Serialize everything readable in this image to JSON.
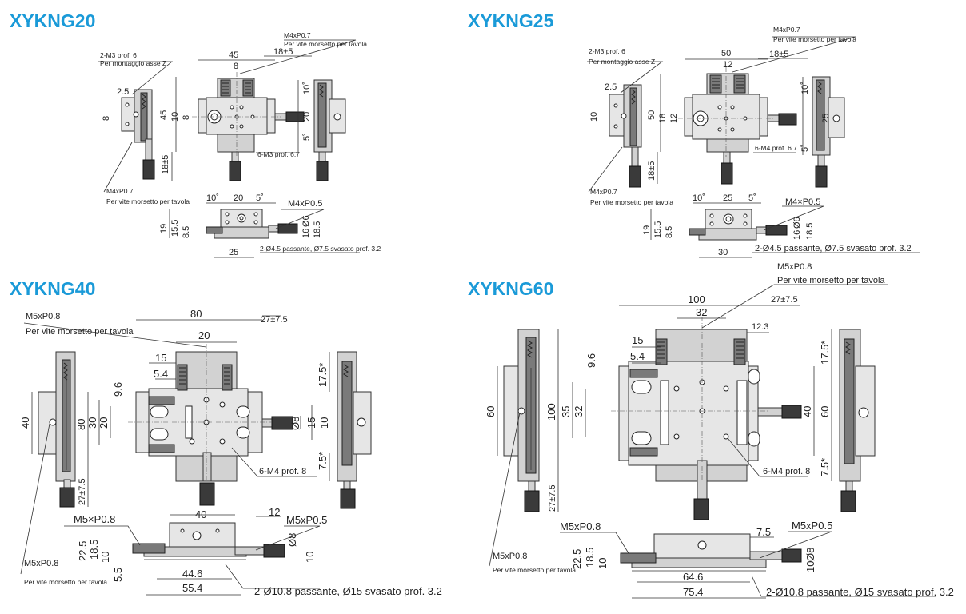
{
  "titles": {
    "q1": "XYKNG20",
    "q2": "XYKNG25",
    "q3": "XYKNG40",
    "q4": "XYKNG60"
  },
  "xykng20": {
    "note_m3_a": "2-M3 prof. 6",
    "note_m3_b": "Per montaggio asse Z",
    "note_m4_top_a": "M4xP0.7",
    "note_m4_top_b": "Per vite morsetto per tavola",
    "note_m4_bot_a": "M4xP0.7",
    "note_m4_bot_b": "Per vite morsetto per tavola",
    "note_6m3": "6-M3 prof. 6.7",
    "note_m4p05": "M4xP0.5",
    "note_bottom": "2-Ø4.5 passante, Ø7.5 svasato prof. 3.2",
    "d45w": "45",
    "d8top": "8",
    "d18": "18±5",
    "d25": "2.5",
    "d8": "8",
    "d45h": "45",
    "d10": "10",
    "d8b": "8",
    "d18v": "18±5",
    "d10r": "10˚",
    "d20r": "20",
    "d5r": "5˚",
    "d10s": "10˚",
    "d20s": "20",
    "d5s": "5˚",
    "d19": "19",
    "d155": "15.5",
    "d85": "8.5",
    "d6": "Ø6",
    "d16": "16",
    "d185": "18.5",
    "d25w": "25"
  },
  "xykng25": {
    "note_m3_a": "2-M3 prof. 6",
    "note_m3_b": "Per montaggio asse Z",
    "note_m4_top_a": "M4xP0.7",
    "note_m4_top_b": "Per vite morsetto per tavola",
    "note_m4_bot_a": "M4xP0.7",
    "note_m4_bot_b": "Per vite morsetto per tavola",
    "note_6m4": "6-M4 prof. 6.7",
    "note_m4p05": "M4×P0.5",
    "note_bottom": "2-Ø4.5 passante, Ø7.5 svasato prof. 3.2",
    "d50": "50",
    "d12": "12",
    "d18": "18±5",
    "d25": "2.5",
    "d10": "10",
    "d50h": "50",
    "d18h": "18",
    "d12h": "12",
    "d18v": "18±5",
    "d10r": "10˚",
    "d25r": "25",
    "d5r": "5˚",
    "d10s": "10˚",
    "d25s": "25",
    "d5s": "5˚",
    "d19": "19",
    "d155": "15.5",
    "d85": "8.5",
    "d6": "Ø6",
    "d16": "16",
    "d185": "18.5",
    "d30": "30"
  },
  "xykng40": {
    "note_m5_a": "M5xP0.8",
    "note_m5_b": "Per vite morsetto per tavola",
    "note_m5_bot_a": "M5xP0.8",
    "note_m5_bot_b": "Per vite morsetto per tavola",
    "note_6m4": "6-M4 prof. 8",
    "note_m5x": "M5×P0.8",
    "note_m5p05": "M5xP0.5",
    "note_bottom": "2-Ø10.8 passante, Ø15 svasato prof. 3.2",
    "d80": "80",
    "d20": "20",
    "d27": "27±7.5",
    "d15": "15",
    "d54": "5.4",
    "d96": "9.6",
    "d40": "40",
    "d80h": "80",
    "d30": "30",
    "d20h": "20",
    "d8": "Ø8",
    "d15v": "15",
    "d10": "10",
    "d27v": "27±7.5",
    "d175": "17.5*",
    "d75": "7.5*",
    "d40w": "40",
    "d12": "12",
    "d225": "22.5",
    "d185": "18.5",
    "d10s": "10",
    "d8s": "Ø8",
    "d10b": "10",
    "d55": "5.5",
    "d446": "44.6",
    "d554": "55.4"
  },
  "xykng60": {
    "note_m5_a": "M5xP0.8",
    "note_m5_b": "Per vite morsetto per tavola",
    "note_m5_bot_a": "M5xP0.8",
    "note_m5_bot_b": "Per vite morsetto per tavola",
    "note_6m4": "6-M4 prof. 8",
    "note_m5x": "M5xP0.8",
    "note_m5p05": "M5xP0.5",
    "note_bottom": "2-Ø10.8 passante, Ø15 svasato prof. 3.2",
    "d100": "100",
    "d32": "32",
    "d27": "27±7.5",
    "d123": "12.3",
    "d15": "15",
    "d54": "5.4",
    "d96": "9.6",
    "d60": "60",
    "d100h": "100",
    "d35": "35",
    "d32h": "32",
    "d40": "40",
    "d60r": "60",
    "d175": "17.5*",
    "d75": "7.5*",
    "d27v": "27±7.5",
    "d75b": "7.5",
    "d225": "22.5",
    "d185": "18.5",
    "d10": "10",
    "d08": "Ø8",
    "d10b": "10",
    "d646": "64.6",
    "d754": "75.4"
  }
}
